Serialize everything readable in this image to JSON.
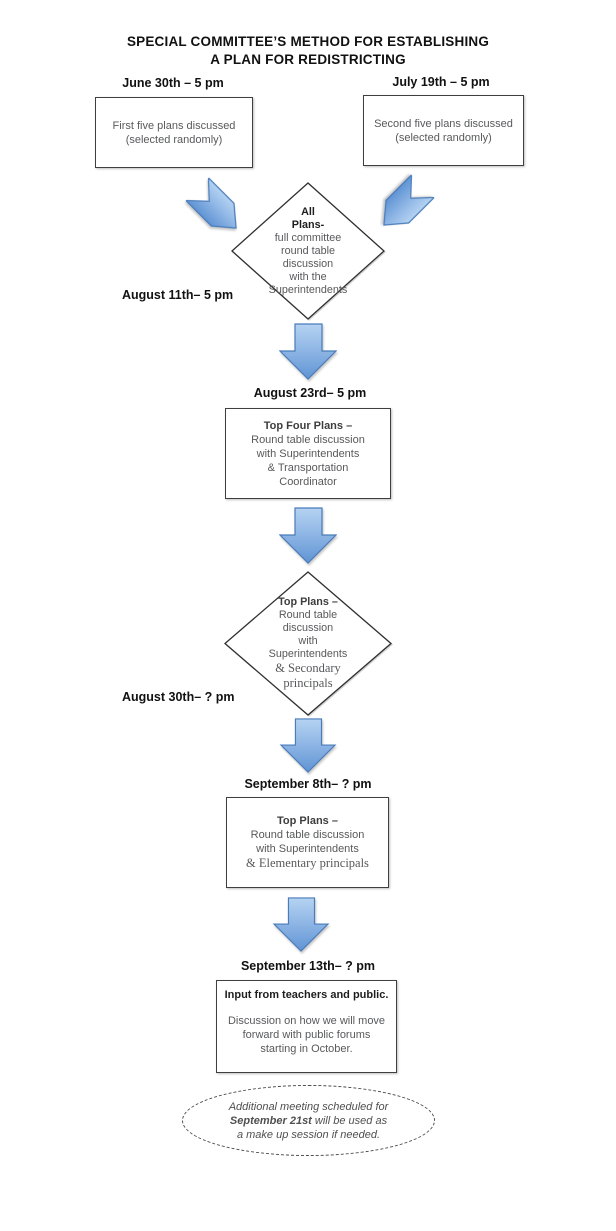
{
  "title": {
    "line1": "SPECIAL COMMITTEE’S METHOD FOR ESTABLISHING",
    "line2": "A PLAN FOR REDISTRICTING"
  },
  "flow": {
    "box_first": {
      "date_label": "June 30th – 5 pm",
      "line1": "First five plans discussed",
      "line2": "(selected randomly)"
    },
    "box_second": {
      "date_label": "July 19th – 5 pm",
      "line1": "Second five plans discussed",
      "line2": "(selected randomly)"
    },
    "diamond_all_plans": {
      "date_label": "August 11th– 5 pm",
      "bold_line1": "All",
      "bold_line2": "Plans-",
      "line1": "full committee",
      "line2": "round table",
      "line3": "discussion",
      "line4": "with the",
      "line5": "Superintendents"
    },
    "box_top_four": {
      "date_label": "August 23rd– 5 pm",
      "bold_line": "Top Four Plans –",
      "line1": "Round table discussion",
      "line2": "with Superintendents",
      "line3": "& Transportation",
      "line4": "Coordinator"
    },
    "diamond_top_plans": {
      "date_label": "August 30th– ? pm",
      "bold_line": "Top Plans –",
      "line1": "Round table",
      "line2": "discussion",
      "line3": "with",
      "line4": "Superintendents",
      "serif_line1": "& Secondary",
      "serif_line2": "principals"
    },
    "box_top_plans_elementary": {
      "date_label": "September 8th– ? pm",
      "bold_line": "Top Plans –",
      "line1": "Round table discussion",
      "line2": "with Superintendents",
      "serif_line": "& Elementary principals"
    },
    "box_input": {
      "date_label": "September 13th– ? pm",
      "bold_line": "Input from teachers and public.",
      "line1": "Discussion on how we will move",
      "line2": "forward with public forums",
      "line3": "starting in October."
    },
    "ellipse_note": {
      "line1": "Additional meeting scheduled for",
      "line2_bold": "September 21st",
      "line2_rest": " will be used as",
      "line3": "a make up session if needed."
    }
  },
  "colors": {
    "arrow_fill_light": "#b5d3f2",
    "arrow_fill_dark": "#6094d4",
    "arrow_stroke": "#4a7cba",
    "box_border": "#3f3f3f",
    "body_text": "#58595b",
    "heading_text": "#111111"
  }
}
